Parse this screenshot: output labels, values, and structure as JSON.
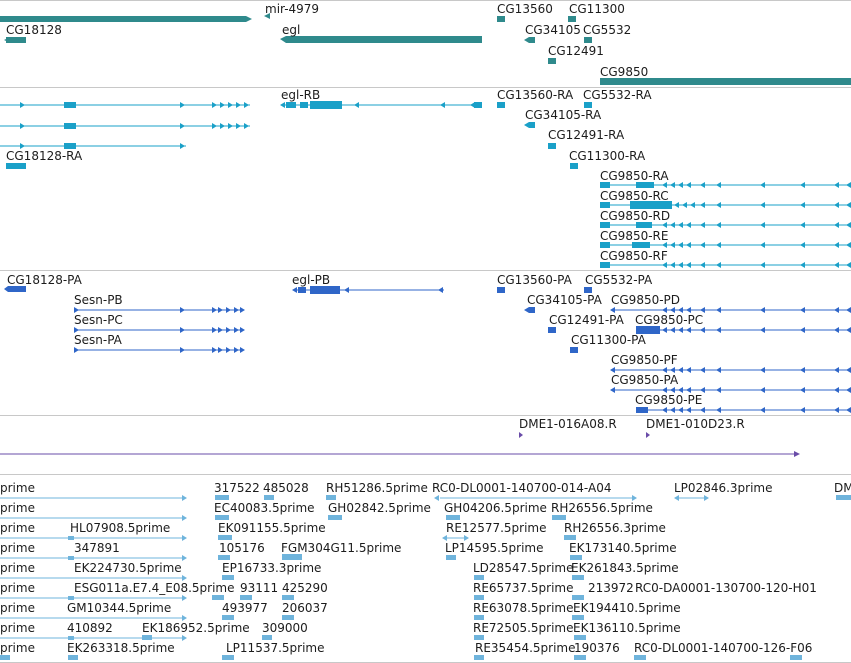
{
  "colors": {
    "gene": "#2f8a8c",
    "transcript": "#1aa0c8",
    "protein": "#2f66c8",
    "probe": "#6a4ca8",
    "est": "#6fb4dc",
    "divider": "#c8c8c8",
    "label": "#1c1c1c"
  },
  "tracks": {
    "genes": {
      "labels": [
        {
          "text": "mir-4979"
        },
        {
          "text": "CG13560"
        },
        {
          "text": "CG11300"
        },
        {
          "text": "CG18128"
        },
        {
          "text": "egl"
        },
        {
          "text": "CG34105"
        },
        {
          "text": "CG5532"
        },
        {
          "text": "CG12491"
        },
        {
          "text": "CG9850"
        }
      ]
    },
    "transcripts": {
      "labels": [
        {
          "text": "egl-RB"
        },
        {
          "text": "CG13560-RA"
        },
        {
          "text": "CG5532-RA"
        },
        {
          "text": "CG34105-RA"
        },
        {
          "text": "CG12491-RA"
        },
        {
          "text": "CG18128-RA"
        },
        {
          "text": "CG11300-RA"
        },
        {
          "text": "CG9850-RA"
        },
        {
          "text": "CG9850-RC"
        },
        {
          "text": "CG9850-RD"
        },
        {
          "text": "CG9850-RE"
        },
        {
          "text": "CG9850-RF"
        }
      ]
    },
    "proteins": {
      "labels": [
        {
          "text": "CG18128-PA"
        },
        {
          "text": "egl-PB"
        },
        {
          "text": "CG13560-PA"
        },
        {
          "text": "CG5532-PA"
        },
        {
          "text": "Sesn-PB"
        },
        {
          "text": "CG34105-PA"
        },
        {
          "text": "CG9850-PD"
        },
        {
          "text": "Sesn-PC"
        },
        {
          "text": "CG12491-PA"
        },
        {
          "text": "CG9850-PC"
        },
        {
          "text": "Sesn-PA"
        },
        {
          "text": "CG11300-PA"
        },
        {
          "text": "CG9850-PF"
        },
        {
          "text": "CG9850-PA"
        },
        {
          "text": "CG9850-PE"
        }
      ]
    },
    "probes": {
      "labels": [
        {
          "text": "DME1-016A08.R"
        },
        {
          "text": "DME1-010D23.R"
        }
      ]
    },
    "ests": {
      "labels": [
        {
          "text": "prime"
        },
        {
          "text": "317522"
        },
        {
          "text": "485028"
        },
        {
          "text": "RH51286.5prime"
        },
        {
          "text": "RC0-DL0001-140700-014-A04"
        },
        {
          "text": "LP02846.3prime"
        },
        {
          "text": "DM"
        },
        {
          "text": "prime"
        },
        {
          "text": "EC40083.5prime"
        },
        {
          "text": "GH02842.5prime"
        },
        {
          "text": "GH04206.5prime"
        },
        {
          "text": "RH26556.5prime"
        },
        {
          "text": "prime"
        },
        {
          "text": "HL07908.5prime"
        },
        {
          "text": "EK091155.5prime"
        },
        {
          "text": "RE12577.5prime"
        },
        {
          "text": "RH26556.3prime"
        },
        {
          "text": "prime"
        },
        {
          "text": "347891"
        },
        {
          "text": "105176"
        },
        {
          "text": "FGM304G11.5prime"
        },
        {
          "text": "LP14595.5prime"
        },
        {
          "text": "EK173140.5prime"
        },
        {
          "text": "prime"
        },
        {
          "text": "EK224730.5prime"
        },
        {
          "text": "EP16733.3prime"
        },
        {
          "text": "LD28547.5prime"
        },
        {
          "text": "EK261843.5prime"
        },
        {
          "text": "prime"
        },
        {
          "text": "ESG011a.E7.4_E08.5prime"
        },
        {
          "text": "93111"
        },
        {
          "text": "425290"
        },
        {
          "text": "RE65737.5prime"
        },
        {
          "text": "213972"
        },
        {
          "text": "RC0-DA0001-130700-120-H01"
        },
        {
          "text": "prime"
        },
        {
          "text": "GM10344.5prime"
        },
        {
          "text": "493977"
        },
        {
          "text": "206037"
        },
        {
          "text": "RE63078.5prime"
        },
        {
          "text": "EK194410.5prime"
        },
        {
          "text": "prime"
        },
        {
          "text": "410892"
        },
        {
          "text": "EK186952.5prime"
        },
        {
          "text": "309000"
        },
        {
          "text": "RE72505.5prime"
        },
        {
          "text": "EK136110.5prime"
        },
        {
          "text": "prime"
        },
        {
          "text": "EK263318.5prime"
        },
        {
          "text": "LP11537.5prime"
        },
        {
          "text": "RE35454.5prime"
        },
        {
          "text": "190376"
        },
        {
          "text": "RC0-DL0001-140700-126-F06"
        }
      ]
    }
  }
}
